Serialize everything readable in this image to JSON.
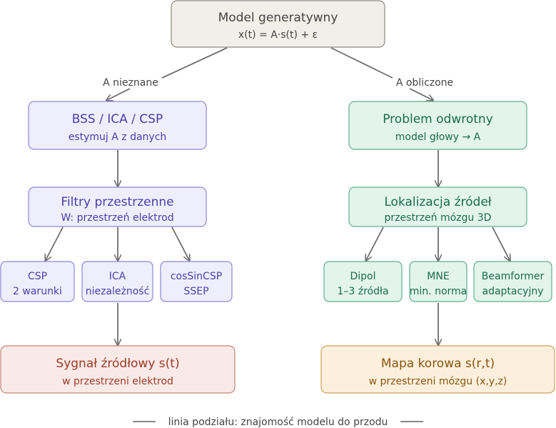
{
  "root": {
    "title": "Model generatywny",
    "formula": "x(t) = A·s(t) + ε"
  },
  "branch_left_label": "A nieznane",
  "branch_right_label": "A obliczone",
  "left": {
    "box1": {
      "title": "BSS / ICA / CSP",
      "subtitle": "estymuj A z danych"
    },
    "box2": {
      "title": "Filtry przestrzenne",
      "subtitle": "W: przestrzeń elektrod"
    },
    "leaf_csp": {
      "line1": "CSP",
      "line2": "2 warunki"
    },
    "leaf_ica": {
      "line1": "ICA",
      "line2": "niezależność"
    },
    "leaf_cos": {
      "line1": "cosSinCSP",
      "line2": "SSEP"
    },
    "result": {
      "title": "Sygnał źródłowy s(t)",
      "subtitle": "w przestrzeni elektrod"
    }
  },
  "right": {
    "box1": {
      "title": "Problem odwrotny",
      "subtitle": "model głowy → A"
    },
    "box2": {
      "title": "Lokalizacja źródeł",
      "subtitle": "przestrzeń mózgu 3D"
    },
    "leaf_dipol": {
      "line1": "Dipol",
      "line2": "1–3 źródła"
    },
    "leaf_mne": {
      "line1": "MNE",
      "line2": "min. norma"
    },
    "leaf_beam": {
      "line1": "Beamformer",
      "line2": "adaptacyjny"
    },
    "result": {
      "title": "Mapa korowa s(r,t)",
      "subtitle": "w przestrzeni mózgu (x,y,z)"
    }
  },
  "footer": "linia podziału: znajomość modelu do przodu",
  "colors": {
    "root_fill": "#f1efe8",
    "root_stroke": "#8f8b80",
    "root_text": "#444444",
    "purple_fill": "#eeeefc",
    "purple_stroke": "#8c87d8",
    "purple_text": "#4a3fa8",
    "green_fill": "#e2f4ec",
    "green_stroke": "#5fae8c",
    "green_text": "#1c6b4c",
    "red_fill": "#faeae7",
    "red_stroke": "#c8857a",
    "red_text": "#9a3b28",
    "orange_fill": "#fcf0dc",
    "orange_stroke": "#cfa05c",
    "orange_text": "#8a5412",
    "arrow": "#6e6e6e"
  }
}
